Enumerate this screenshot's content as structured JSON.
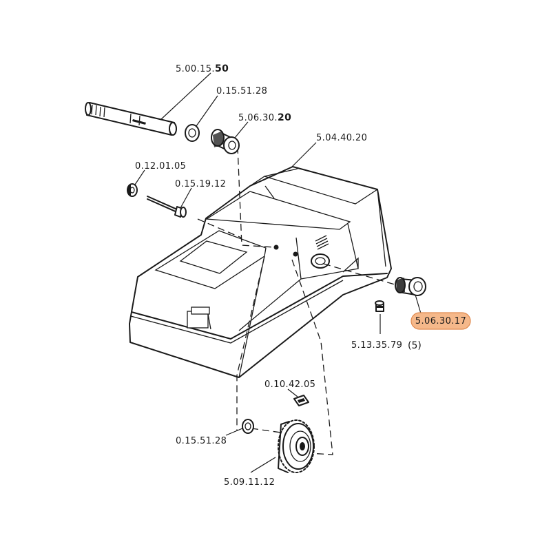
{
  "callouts": {
    "shaft": {
      "prefix": "5.00.15.",
      "suffix": "50"
    },
    "washer_top": "0.15.51.28",
    "bushing_top": {
      "prefix": "5.06.30.",
      "suffix": "20"
    },
    "housing": "5.04.40.20",
    "nut": "0.12.01.05",
    "screw": "0.15.19.12",
    "bushing_right": "5.06.30.17",
    "set_screw": "5.13.35.79",
    "set_screw_qty": "(5)",
    "clip": "0.10.42.05",
    "washer_bottom": "0.15.51.28",
    "gear": "5.09.11.12"
  },
  "highlight": {
    "fill": "#f5b88a",
    "stroke": "#e08a4f"
  }
}
